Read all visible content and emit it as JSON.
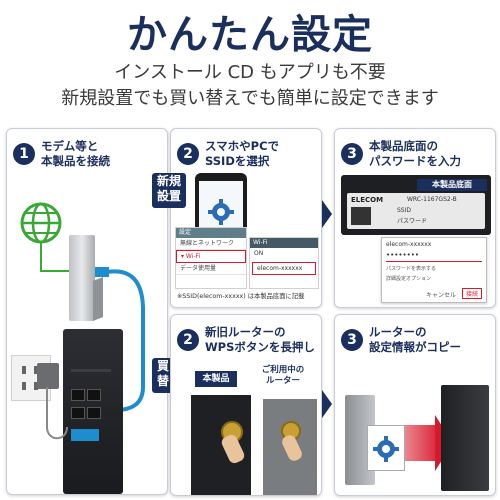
{
  "header": {
    "title": "かんたん設定",
    "sub1": "インストール CD もアプリも不要",
    "sub2": "新規設置でも買い替えでも簡単に設定できます"
  },
  "step1": {
    "number": "1",
    "line1": "モデム等と",
    "line2": "本製品を接続"
  },
  "step2a": {
    "number": "2",
    "line1": "スマホやPCで",
    "line2": "SSIDを選択"
  },
  "step3a": {
    "number": "3",
    "line1": "本製品底面の",
    "line2": "パスワードを入力"
  },
  "step2b": {
    "number": "2",
    "line1": "新旧ルーターの",
    "line2": "WPSボタンを長押し"
  },
  "step3b": {
    "number": "3",
    "line1": "ルーターの",
    "line2": "設定情報がコピー"
  },
  "tags": {
    "new_line1": "新規",
    "new_line2": "設置",
    "replace_line1": "買い",
    "replace_line2": "替え",
    "bottom": "本製品底面",
    "this_product": "本製品",
    "in_use_line1": "ご利用中の",
    "in_use_line2": "ルーター"
  },
  "phone": {
    "header": "設定",
    "network": "無線とネットワーク",
    "wifi": "Wi-Fi",
    "data": "データ使用量"
  },
  "wifi_panel": {
    "title": "Wi-Fi",
    "on": "ON",
    "ssid": "elecom-xxxxxx"
  },
  "note": "※SSID(elecom-xxxxx) は本製品底面に記載",
  "label_plate": {
    "brand": "ELECOM",
    "model": "WRC-1167GS2-B",
    "ssid_label": "SSID",
    "pass_label": "パスワード"
  },
  "dialog": {
    "ssid": "elecom-xxxxxx",
    "password": "••••••••",
    "show_pw": "パスワードを表示する",
    "advanced": "詳細設定オプション",
    "connect": "接続",
    "cancel": "キャンセル"
  },
  "colors": {
    "navy": "#1b2f5e",
    "accent_red": "#d8192b",
    "globe_green": "#39a935",
    "cable_blue": "#1d8dcf"
  }
}
